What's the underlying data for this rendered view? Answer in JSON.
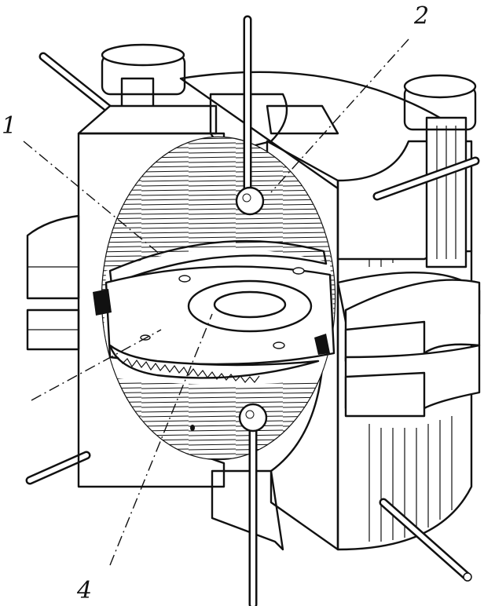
{
  "figure": {
    "labels": {
      "label_1": "1",
      "label_2": "2",
      "label_4": "4"
    }
  },
  "colors": {
    "ink": "#111111",
    "paper": "#ffffff"
  }
}
